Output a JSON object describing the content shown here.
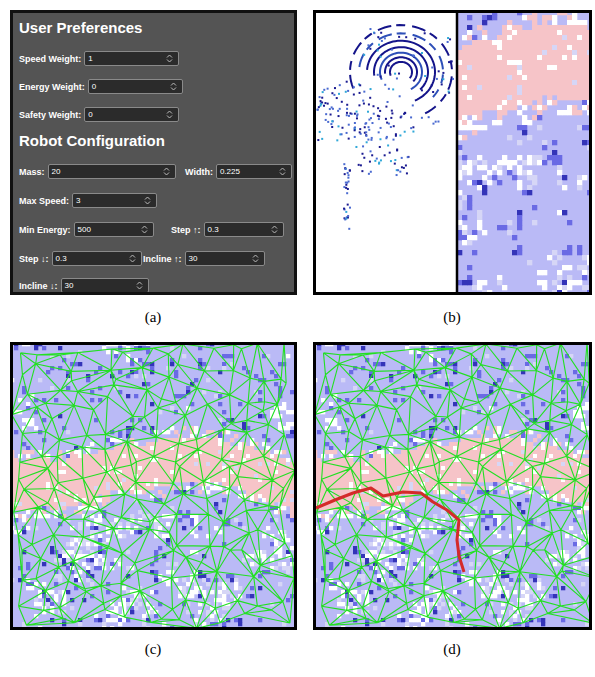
{
  "diagram": {
    "nodes": [
      {
        "text": [
          "User Preferences",
          "Robot Configuration"
        ]
      },
      {
        "text": [
          "Speed Weight:",
          "1"
        ],
        "in": 0
      },
      {
        "text": [
          "Energy Weight:",
          "0"
        ],
        "in": 0
      },
      {
        "text": [
          "Safety Weight:",
          "0"
        ],
        "in": 0
      },
      {
        "text": [
          "Mass:",
          "20"
        ],
        "in": 0
      },
      {
        "text": [
          "Width:",
          "0.225"
        ],
        "in": 0
      },
      {
        "text": [
          "Max Speed:",
          "3"
        ],
        "in": 0
      },
      {
        "text": [
          "Min Energy:",
          "500"
        ],
        "in": 0
      },
      {
        "text": [
          "Step ↑:",
          "0.3"
        ],
        "in": 0
      },
      {
        "text": [
          "Step ↓:",
          "0.3"
        ],
        "in": 0
      },
      {
        "text": [
          "Incline ↑:",
          "30"
        ],
        "in": 0
      },
      {
        "text": [
          "Incline ↓:",
          "30"
        ],
        "in": 0
      }
    ],
    "labels": [
      "(a)",
      "(b)",
      "(c)",
      "(d)"
    ]
  }
}
